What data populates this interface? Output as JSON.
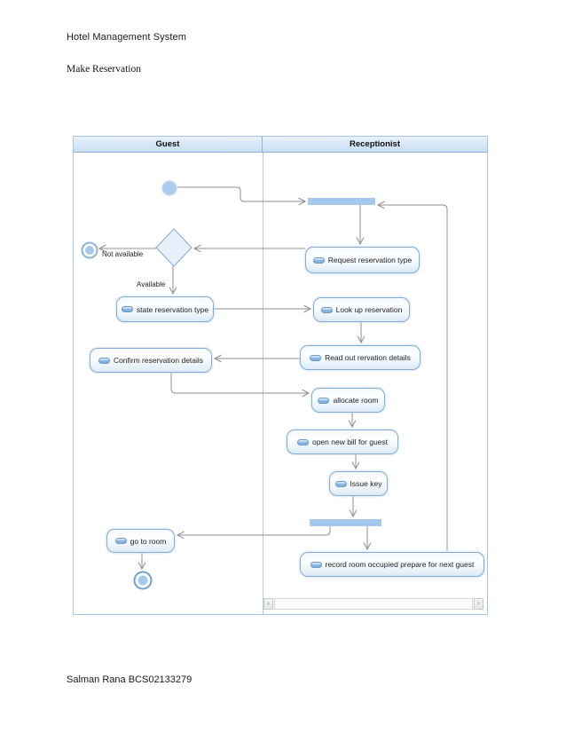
{
  "page": {
    "title": "Hotel Management System",
    "subtitle": "Make Reservation",
    "footer": "Salman Rana BCS02133279"
  },
  "diagram": {
    "lanes": {
      "guest": "Guest",
      "receptionist": "Receptionist"
    },
    "nodes": {
      "request_reservation_type": "Request reservation type",
      "state_reservation_type": "state reservation type",
      "look_up_reservation": "Look up reservation",
      "read_out_rervation_details": "Read out rervation details",
      "confirm_reservation_details": "Confirm reservation details",
      "allocate_room": "allocate room",
      "open_new_bill_for_guest": "open new bill for guest",
      "issue_key": "Issue key",
      "go_to_room": "go to room",
      "record_room_occupied": "record room occupied prepare for next guest"
    },
    "guard_labels": {
      "not_available": "Not available",
      "available": "Available"
    },
    "edges": [
      {
        "from": "initial",
        "to": "merge_bar"
      },
      {
        "from": "merge_bar",
        "to": "request_reservation_type"
      },
      {
        "from": "request_reservation_type",
        "to": "availability_decision"
      },
      {
        "from": "availability_decision",
        "to": "final_not_available",
        "label": "Not available"
      },
      {
        "from": "availability_decision",
        "to": "state_reservation_type",
        "label": "Available"
      },
      {
        "from": "state_reservation_type",
        "to": "look_up_reservation"
      },
      {
        "from": "look_up_reservation",
        "to": "read_out_rervation_details"
      },
      {
        "from": "read_out_rervation_details",
        "to": "confirm_reservation_details"
      },
      {
        "from": "confirm_reservation_details",
        "to": "allocate_room"
      },
      {
        "from": "allocate_room",
        "to": "open_new_bill_for_guest"
      },
      {
        "from": "open_new_bill_for_guest",
        "to": "issue_key"
      },
      {
        "from": "issue_key",
        "to": "fork_bar"
      },
      {
        "from": "fork_bar",
        "to": "go_to_room"
      },
      {
        "from": "fork_bar",
        "to": "record_room_occupied"
      },
      {
        "from": "record_room_occupied",
        "to": "merge_bar"
      },
      {
        "from": "go_to_room",
        "to": "final_node"
      }
    ],
    "scrollbar": {
      "left_arrow": "‹",
      "right_arrow": "›"
    },
    "colors": {
      "accent_blue": "#a4c9ec",
      "node_border": "#84abd6",
      "node_fill_bottom": "#dbeaf7",
      "frame_border": "#a5c6e5",
      "connector_gray": "#8f8f8f"
    }
  }
}
